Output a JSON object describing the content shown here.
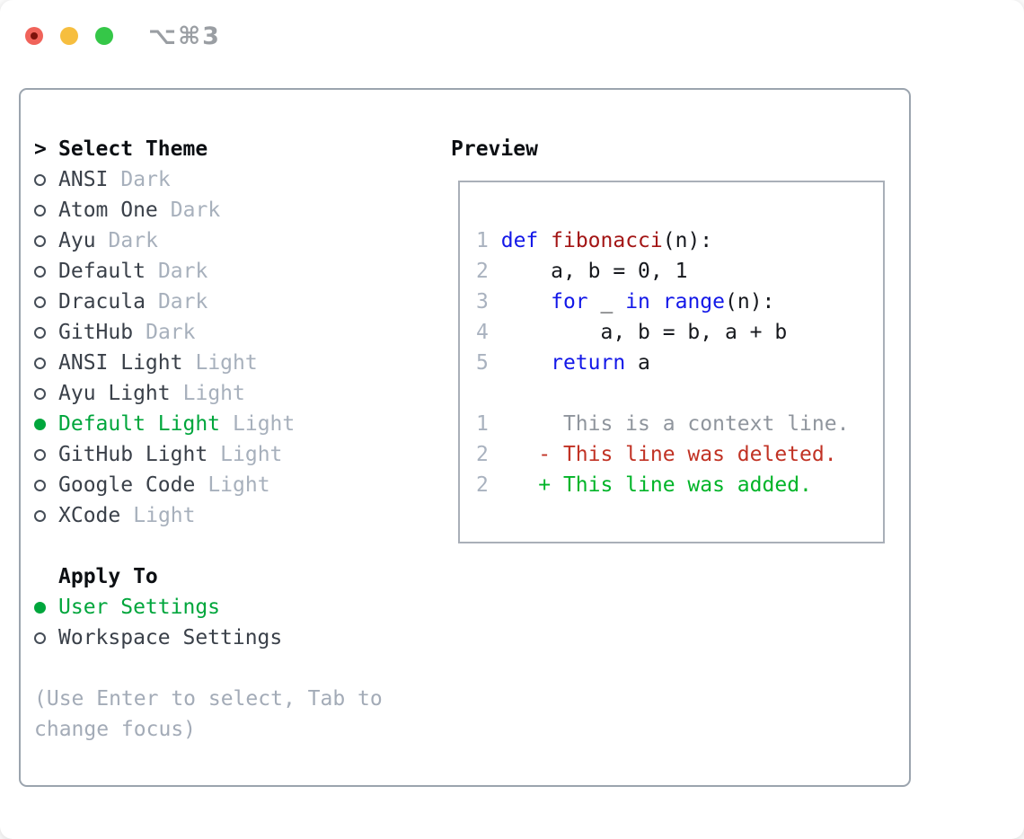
{
  "window": {
    "title": "⌥⌘3",
    "traffic_lights": [
      "close",
      "minimize",
      "zoom"
    ]
  },
  "colors": {
    "accent_green": "#00a63c",
    "keyword_blue": "#1318e8",
    "function_red": "#a31515",
    "deleted_red": "#c13224",
    "added_green": "#00b428",
    "muted_gray": "#a7b0bc",
    "traffic_red": "#f0635a",
    "traffic_yellow": "#f6be3f",
    "traffic_green": "#35c748"
  },
  "theme_section": {
    "header_marker": ">",
    "header": "Select Theme",
    "items": [
      {
        "name": "ANSI",
        "badge": "Dark",
        "selected": false
      },
      {
        "name": "Atom One",
        "badge": "Dark",
        "selected": false
      },
      {
        "name": "Ayu",
        "badge": "Dark",
        "selected": false
      },
      {
        "name": "Default",
        "badge": "Dark",
        "selected": false
      },
      {
        "name": "Dracula",
        "badge": "Dark",
        "selected": false
      },
      {
        "name": "GitHub",
        "badge": "Dark",
        "selected": false
      },
      {
        "name": "ANSI Light",
        "badge": "Light",
        "selected": false
      },
      {
        "name": "Ayu Light",
        "badge": "Light",
        "selected": false
      },
      {
        "name": "Default Light",
        "badge": "Light",
        "selected": true
      },
      {
        "name": "GitHub Light",
        "badge": "Light",
        "selected": false
      },
      {
        "name": "Google Code",
        "badge": "Light",
        "selected": false
      },
      {
        "name": "XCode",
        "badge": "Light",
        "selected": false
      }
    ]
  },
  "apply_section": {
    "header": "Apply To",
    "items": [
      {
        "name": "User Settings",
        "selected": true
      },
      {
        "name": "Workspace Settings",
        "selected": false
      }
    ]
  },
  "hint": "(Use Enter to select, Tab to change focus)",
  "preview": {
    "header": "Preview",
    "lines": [
      {
        "num": "1",
        "tokens": [
          {
            "t": " "
          },
          {
            "t": "def",
            "c": "kw"
          },
          {
            "t": " "
          },
          {
            "t": "fibonacci",
            "c": "fn"
          },
          {
            "t": "(n):"
          }
        ]
      },
      {
        "num": "2",
        "tokens": [
          {
            "t": "     a, b = 0, 1"
          }
        ]
      },
      {
        "num": "3",
        "tokens": [
          {
            "t": "     "
          },
          {
            "t": "for",
            "c": "kw"
          },
          {
            "t": " _ "
          },
          {
            "t": "in",
            "c": "kw"
          },
          {
            "t": " "
          },
          {
            "t": "range",
            "c": "kw"
          },
          {
            "t": "(n):"
          }
        ]
      },
      {
        "num": "4",
        "tokens": [
          {
            "t": "         a, b = b, a + b"
          }
        ]
      },
      {
        "num": "5",
        "tokens": [
          {
            "t": "     "
          },
          {
            "t": "return",
            "c": "kw"
          },
          {
            "t": " a"
          }
        ]
      },
      {
        "num": "",
        "tokens": []
      },
      {
        "num": "1",
        "tokens": [
          {
            "t": "      This is a context line.",
            "c": "ctx"
          }
        ]
      },
      {
        "num": "2",
        "tokens": [
          {
            "t": "    - This line was deleted.",
            "c": "del"
          }
        ]
      },
      {
        "num": "2",
        "tokens": [
          {
            "t": "    + This line was added.",
            "c": "add"
          }
        ]
      }
    ]
  }
}
